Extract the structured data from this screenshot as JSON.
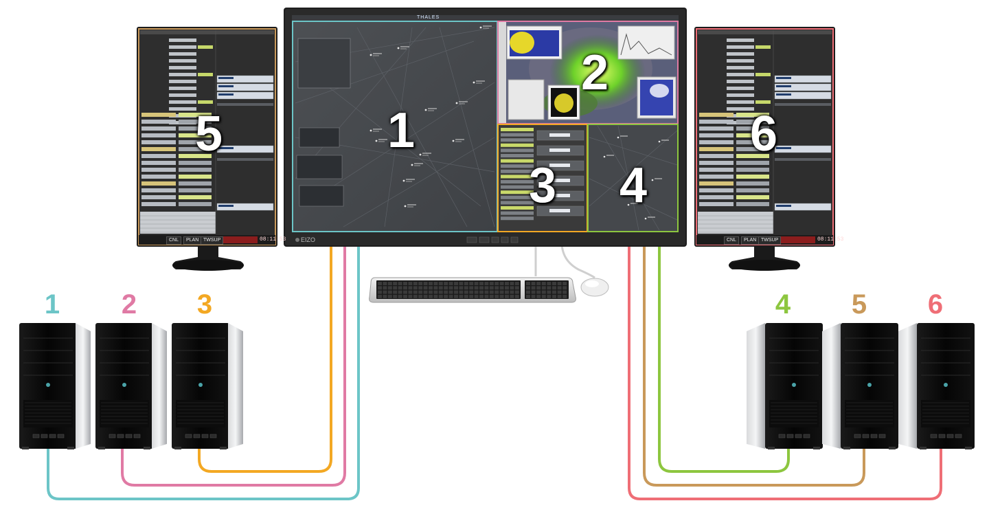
{
  "diagram": {
    "screen_region_labels": [
      "1",
      "2",
      "3",
      "4",
      "5",
      "6"
    ],
    "computer_labels": [
      "1",
      "2",
      "3",
      "4",
      "5",
      "6"
    ],
    "main_monitor_brand": "EIZO",
    "main_monitor_header": "THALES",
    "side_monitor_buttons": [
      "CNL",
      "PLAN",
      "TWSUP"
    ],
    "side_monitor_clock": "08:11:53"
  },
  "colors": {
    "link_1": "#6cc5c7",
    "link_2": "#e07aa4",
    "link_3": "#f3a823",
    "link_4": "#8dc63f",
    "link_5": "#c9995a",
    "link_6": "#ef6e76"
  },
  "icons": [
    "computer-tower-icon",
    "keyboard-icon",
    "mouse-icon",
    "monitor-icon"
  ]
}
